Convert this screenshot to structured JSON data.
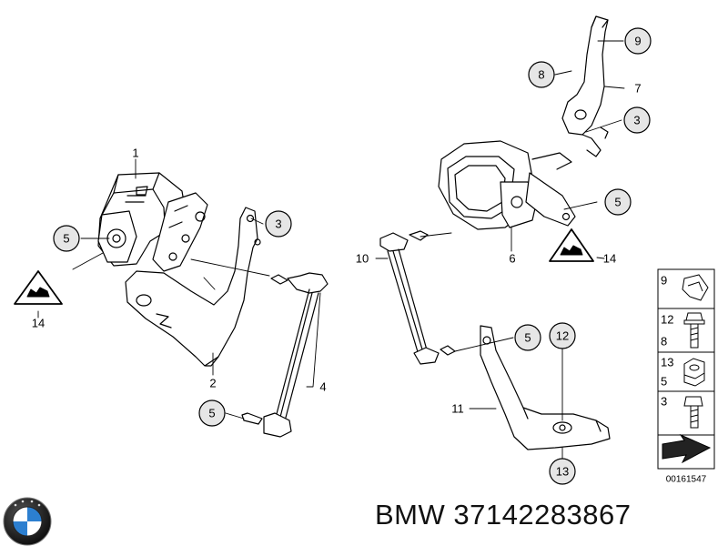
{
  "callouts": {
    "c1": "1",
    "c2": "2",
    "c3a": "3",
    "c3b": "3",
    "c4": "4",
    "c5a": "5",
    "c5b": "5",
    "c5c": "5",
    "c5d": "5",
    "c6": "6",
    "c7": "7",
    "c8": "8",
    "c9": "9",
    "c10": "10",
    "c11": "11",
    "c12": "12",
    "c13": "13",
    "c14a": "14",
    "c14b": "14"
  },
  "legend": {
    "row1": "9",
    "row2a": "12",
    "row2b": "8",
    "row3a": "13",
    "row3b": "5",
    "row4": "3"
  },
  "catalog_code": "00161547",
  "part_number_text": "BMW 37142283867",
  "colors": {
    "line": "#000000",
    "callout_fill": "#e6e6e6",
    "background": "#ffffff"
  },
  "icons": [
    "warning-triangle-icon",
    "bmw-roundel-icon",
    "arrow-icon"
  ]
}
